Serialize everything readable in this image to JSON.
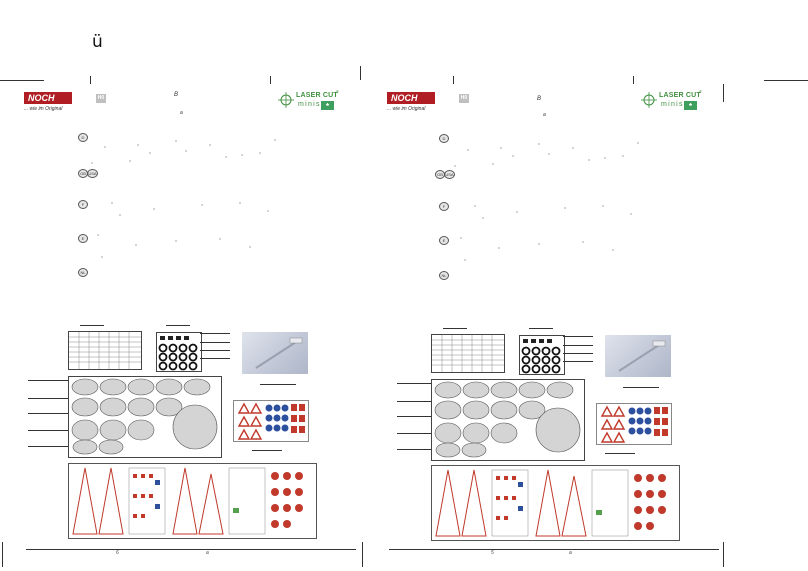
{
  "page": {
    "header_glyph": "ü",
    "pages": [
      {
        "brand": {
          "logo_text": "NOCH",
          "tagline": "... wie im Original"
        },
        "scale_badge": "H0",
        "marks": [
          "B",
          "a"
        ],
        "laser_cut": {
          "title": "LASER CUT",
          "registered": "®",
          "subtitle": "minis",
          "icon": "tree-icon"
        },
        "language_badges": [
          "D",
          "GB",
          "USA",
          "F",
          "E",
          "NL"
        ],
        "footer_marks": [
          "6",
          "a"
        ]
      },
      {
        "brand": {
          "logo_text": "NOCH",
          "tagline": "... wie im Original"
        },
        "scale_badge": "H0",
        "marks": [
          "B",
          "a"
        ],
        "laser_cut": {
          "title": "LASER CUT",
          "registered": "®",
          "subtitle": "minis",
          "icon": "tree-icon"
        },
        "language_badges": [
          "D",
          "GB",
          "USA",
          "F",
          "E",
          "NL"
        ],
        "footer_marks": [
          "5",
          "a"
        ]
      }
    ],
    "colors": {
      "noch_red": "#b01e23",
      "laser_green": "#3f8f3f",
      "sign_red": "#c0392b",
      "sign_blue": "#2c4f9e"
    }
  }
}
